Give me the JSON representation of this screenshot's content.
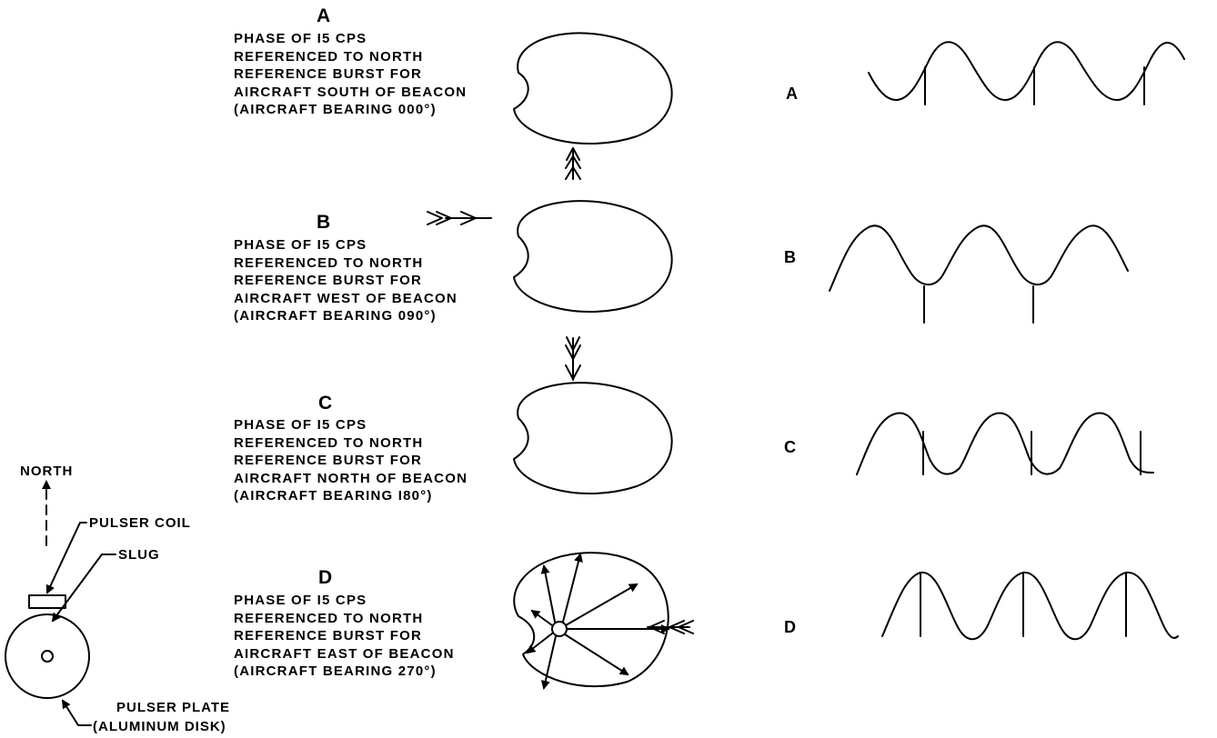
{
  "disk": {
    "north_label": "NORTH",
    "coil_label": "PULSER COIL",
    "slug_label": "SLUG",
    "plate_label_line1": "PULSER PLATE",
    "plate_label_line2": "(ALUMINUM DISK)"
  },
  "cases": [
    {
      "letter": "A",
      "lines": [
        "PHASE OF I5 CPS",
        "REFERENCED TO NORTH",
        "REFERENCE BURST FOR",
        "AIRCRAFT SOUTH OF BEACON",
        "(AIRCRAFT BEARING 000°)"
      ],
      "wave_letter": "A"
    },
    {
      "letter": "B",
      "lines": [
        "PHASE OF I5 CPS",
        "REFERENCED TO NORTH",
        "REFERENCE BURST FOR",
        "AIRCRAFT WEST OF BEACON",
        "(AIRCRAFT BEARING 090°)"
      ],
      "wave_letter": "B"
    },
    {
      "letter": "C",
      "lines": [
        "PHASE OF I5 CPS",
        "REFERENCED TO NORTH",
        "REFERENCE BURST FOR",
        "AIRCRAFT NORTH OF BEACON",
        "(AIRCRAFT BEARING I80°)"
      ],
      "wave_letter": "C"
    },
    {
      "letter": "D",
      "lines": [
        "PHASE OF I5 CPS",
        "REFERENCED TO NORTH",
        "REFERENCE BURST FOR",
        "AIRCRAFT EAST OF BEACON",
        "(AIRCRAFT BEARING 270°)"
      ],
      "wave_letter": "D"
    }
  ]
}
